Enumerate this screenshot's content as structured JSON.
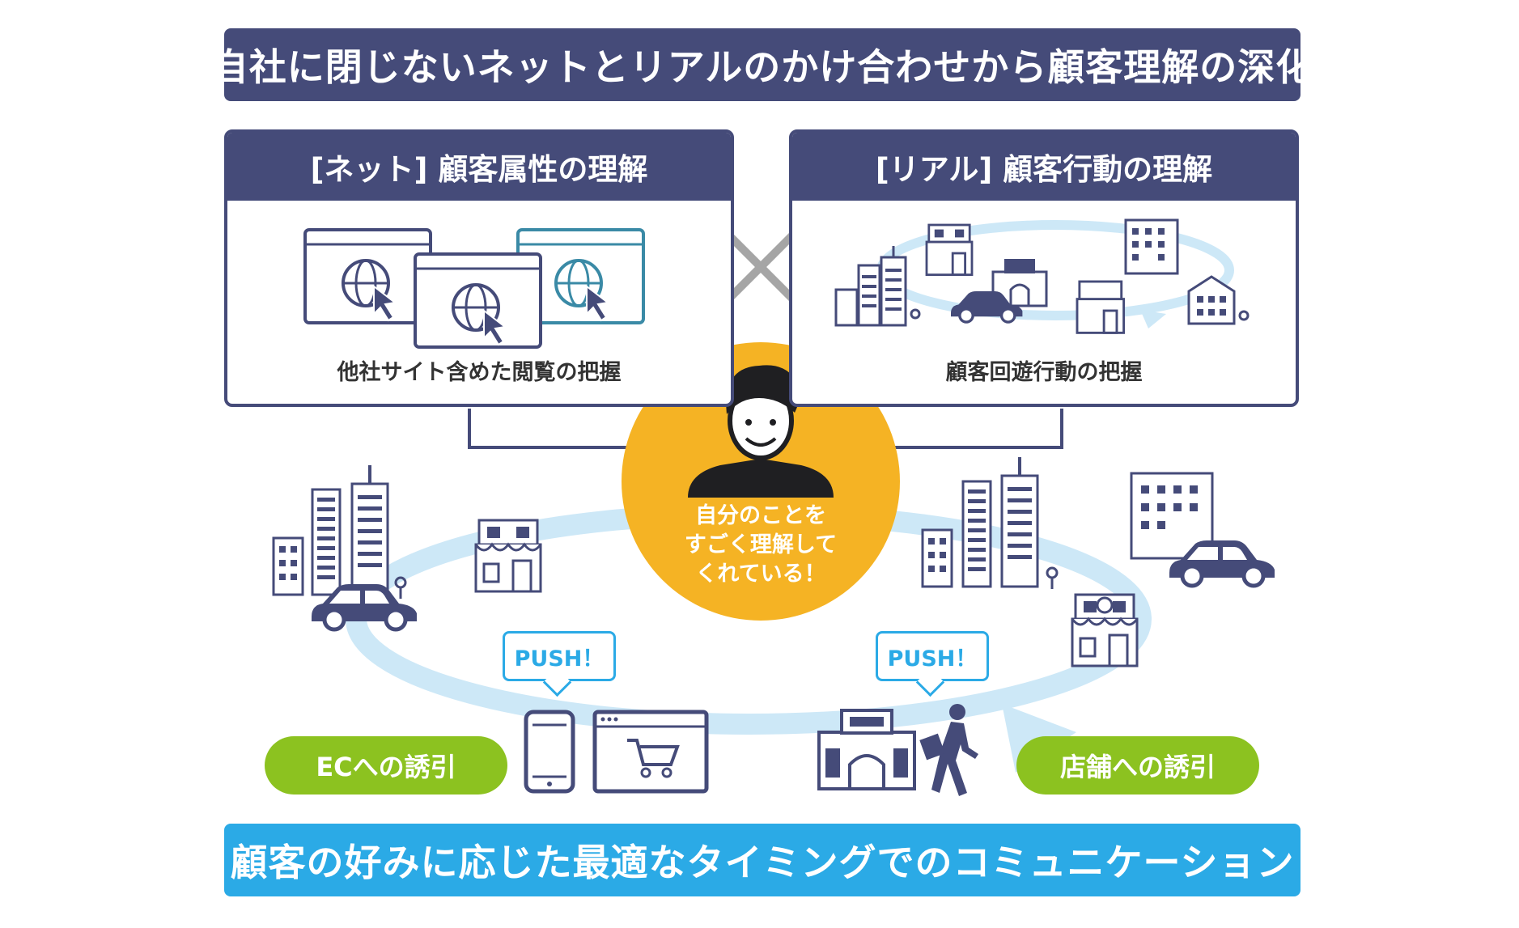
{
  "header": {
    "title": "自社に閉じないネットとリアルのかけ合わせから顧客理解の深化"
  },
  "panels": {
    "net": {
      "title": "[ネット] 顧客属性の理解",
      "caption": "他社サイト含めた閲覧の把握"
    },
    "real": {
      "title": "[リアル] 顧客行動の理解",
      "caption": "顧客回遊行動の把握"
    }
  },
  "center": {
    "line1": "自分のことを",
    "line2": "すごく理解して",
    "line3": "くれている！"
  },
  "push": {
    "left": "PUSH！",
    "right": "PUSH！"
  },
  "pills": {
    "ec": "ECへの誘引",
    "store": "店舗への誘引"
  },
  "footer": {
    "title": "顧客の好みに応じた最適なタイミングでのコミュニケーション"
  },
  "colors": {
    "navy": "#454b79",
    "blue": "#2baae6",
    "green": "#8cc220",
    "orange": "#f5b324",
    "light_blue": "#cde8f7",
    "gray": "#a5a5a5"
  },
  "icons": [
    "browser-globe-icon",
    "cross-icon",
    "building-icon",
    "shop-icon",
    "car-icon",
    "map-pin-icon",
    "person-icon",
    "smartphone-icon",
    "cart-browser-icon",
    "walking-person-icon",
    "arrow-icon"
  ]
}
